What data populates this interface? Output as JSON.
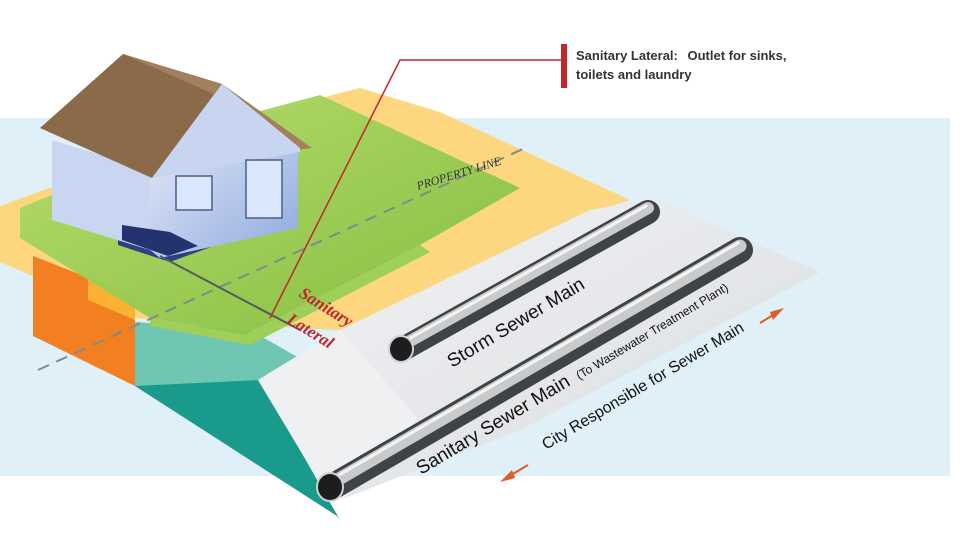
{
  "callout": {
    "title": "Sanitary Lateral:",
    "line1_rest": "Outlet for sinks,",
    "line2": "toilets and laundry",
    "accent_color": "#c0272d"
  },
  "labels": {
    "property_line": "PROPERTY LINE",
    "lateral_line1": "Sanitary",
    "lateral_line2": "Lateral",
    "storm_main": "Storm Sewer Main",
    "sanitary_main": "Sanitary Sewer Main",
    "sanitary_main_note": "(To Wastewater Treatment Plant)",
    "city_responsible": "City Responsible for Sewer Main"
  },
  "colors": {
    "sky": "#dff0f9",
    "lawn": "#8cc63f",
    "yard": "#fcd77f",
    "soil_orange": "#f27f21",
    "soil_teal": "#1a9a8a",
    "road": "#e6e8eb",
    "pipe": "#8f9396",
    "house_wall": "#b7c9ee",
    "roof": "#8a6a49",
    "arrow": "#e05a2a"
  },
  "icons": [
    "house-icon",
    "storm-pipe-icon",
    "sanitary-pipe-icon",
    "arrow-icon"
  ]
}
